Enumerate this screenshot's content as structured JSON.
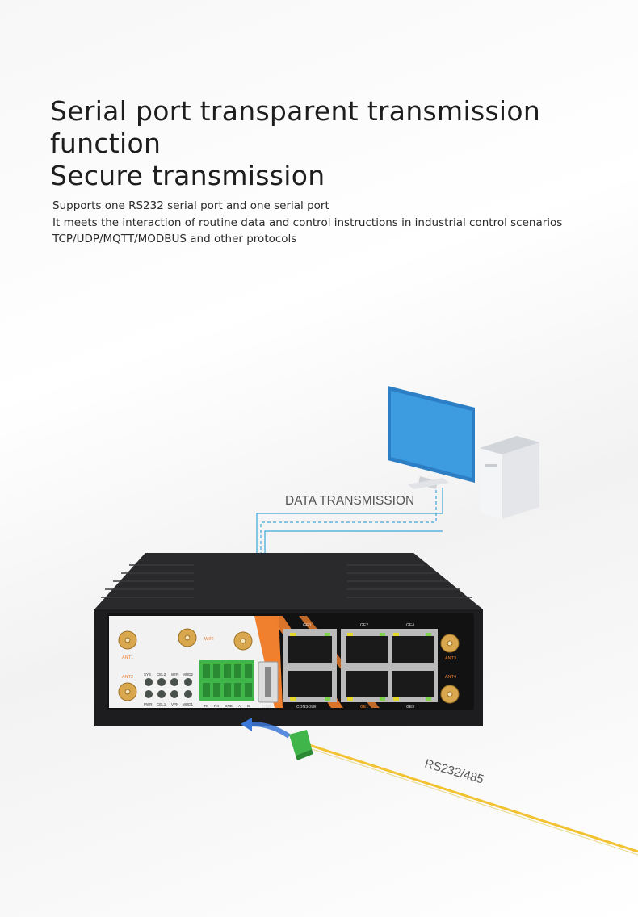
{
  "headline": {
    "line1": "Serial port transparent transmission function",
    "line2": "Secure transmission"
  },
  "description": [
    "Supports one RS232 serial port and one serial port",
    "It meets the interaction of routine data and control instructions in industrial control scenarios",
    "TCP/UDP/MQTT/MODBUS and other protocols"
  ],
  "diagram": {
    "data_label": "DATA TRANSMISSION",
    "serial_label": "RS232/485"
  },
  "panel": {
    "ant1": "ANT1",
    "ant2": "ANT2",
    "ant3": "ANT3",
    "ant4": "ANT4",
    "wifi1": "WIFI",
    "wifi2": "WIFI",
    "led_top": [
      "SYS",
      "CEL2",
      "WIFI",
      "MOD2"
    ],
    "led_bottom": [
      "PWR",
      "CEL1",
      "VPN",
      "MOD1"
    ],
    "terminal": [
      "TX",
      "RX",
      "GND",
      "A",
      "B"
    ],
    "usb": "USB",
    "console": "CONSOLE",
    "ge0": "GE0",
    "ge1": "GE1",
    "ge2": "GE2",
    "ge3": "GE3",
    "ge4": "GE4"
  },
  "colors": {
    "accent_orange": "#f07f2e",
    "cable_blue": "#3ea6d8",
    "cable_yellow": "#f2c230",
    "terminal_green": "#3fb54a"
  }
}
